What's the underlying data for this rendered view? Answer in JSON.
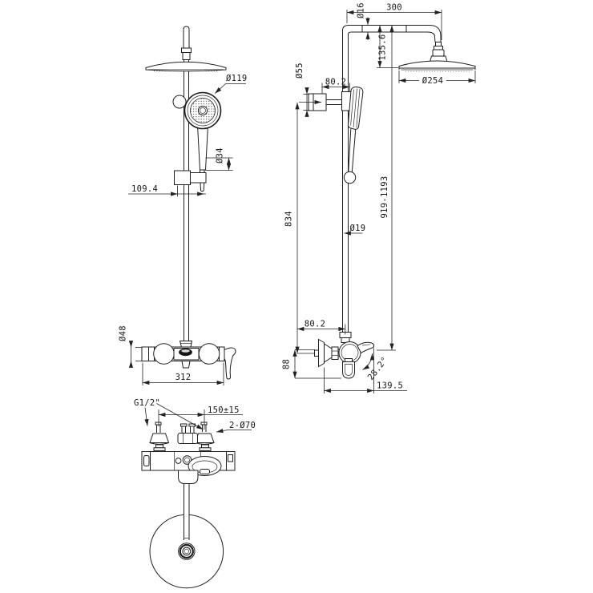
{
  "drawing": {
    "type": "technical-dimension-drawing",
    "subject": "thermostatic shower column with overhead rain shower, hand shower and bath spout",
    "views": [
      "front",
      "side",
      "top"
    ],
    "line_color": "#1f1f1f",
    "background": "#ffffff"
  },
  "dims": {
    "front": {
      "hand_shower_dia": "Ø119",
      "handle_dia": "Ø34",
      "slider_offset": "109.4",
      "valve_dia": "Ø48",
      "valve_width": "312"
    },
    "side": {
      "arm_dia": "Ø16",
      "arm_reach": "300",
      "head_drop": "135.6",
      "head_dia": "Ø254",
      "wall_bracket_dia": "Ø55",
      "upper_offset": "80.2",
      "riser_height": "834",
      "overall_height": "919-1193",
      "pipe_dia": "Ø19",
      "lower_offset": "80.2",
      "spout_drop": "88",
      "spout_angle": "28.2°",
      "spout_reach": "139.5"
    },
    "top": {
      "thread": "G1/2\"",
      "inlet_spacing": "150±15",
      "escutcheon_dia": "2-Ø70"
    }
  }
}
